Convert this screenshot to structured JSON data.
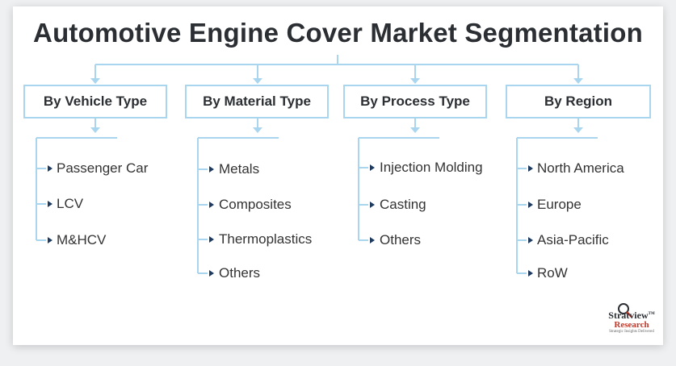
{
  "title": "Automotive Engine Cover Market Segmentation",
  "colors": {
    "connector": "#a9d6ee",
    "arrow": "#1f3a5f",
    "box_border": "#a9d6ee"
  },
  "categories": [
    {
      "label": "By Vehicle Type",
      "items": [
        "Passenger Car",
        "LCV",
        "M&HCV"
      ]
    },
    {
      "label": "By Material Type",
      "items": [
        "Metals",
        "Composites",
        "Thermoplastics",
        "Others"
      ]
    },
    {
      "label": "By Process Type",
      "items": [
        "Injection Molding",
        "Casting",
        "Others"
      ]
    },
    {
      "label": "By Region",
      "items": [
        "North America",
        "Europe",
        "Asia-Pacific",
        "RoW"
      ]
    }
  ],
  "logo": {
    "name": "Stratview",
    "tm": "TM",
    "sub": "Research",
    "tagline": "Strategic Insights Delivered"
  }
}
